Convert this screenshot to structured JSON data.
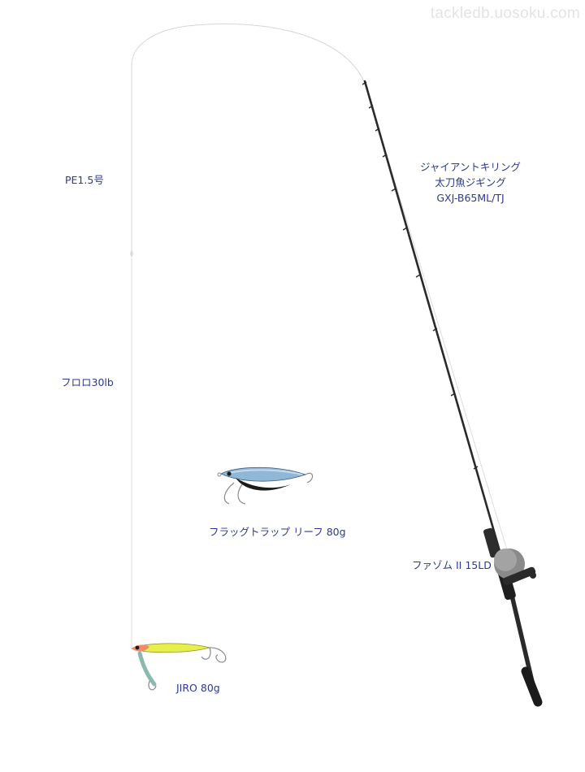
{
  "watermark": "tackledb.uosoku.com",
  "line": {
    "main": "PE1.5号",
    "leader": "フロロ30lb"
  },
  "rod": {
    "name_line1": "ジャイアントキリング",
    "name_line2": "太刀魚ジギング",
    "model": "GXJ-B65ML/TJ"
  },
  "reel": {
    "name": "ファゾム II 15LD"
  },
  "lures": [
    {
      "name": "フラッグトラップ リーフ 80g"
    },
    {
      "name": "JIRO 80g"
    }
  ],
  "colors": {
    "label": "#2d3a8c",
    "line": "#cccccc",
    "rod": "#2a2a2a",
    "lure_1_body": "#8fb7d6",
    "lure_2_body": "#e7ef4a",
    "lure_2_head": "#f08a6a"
  }
}
